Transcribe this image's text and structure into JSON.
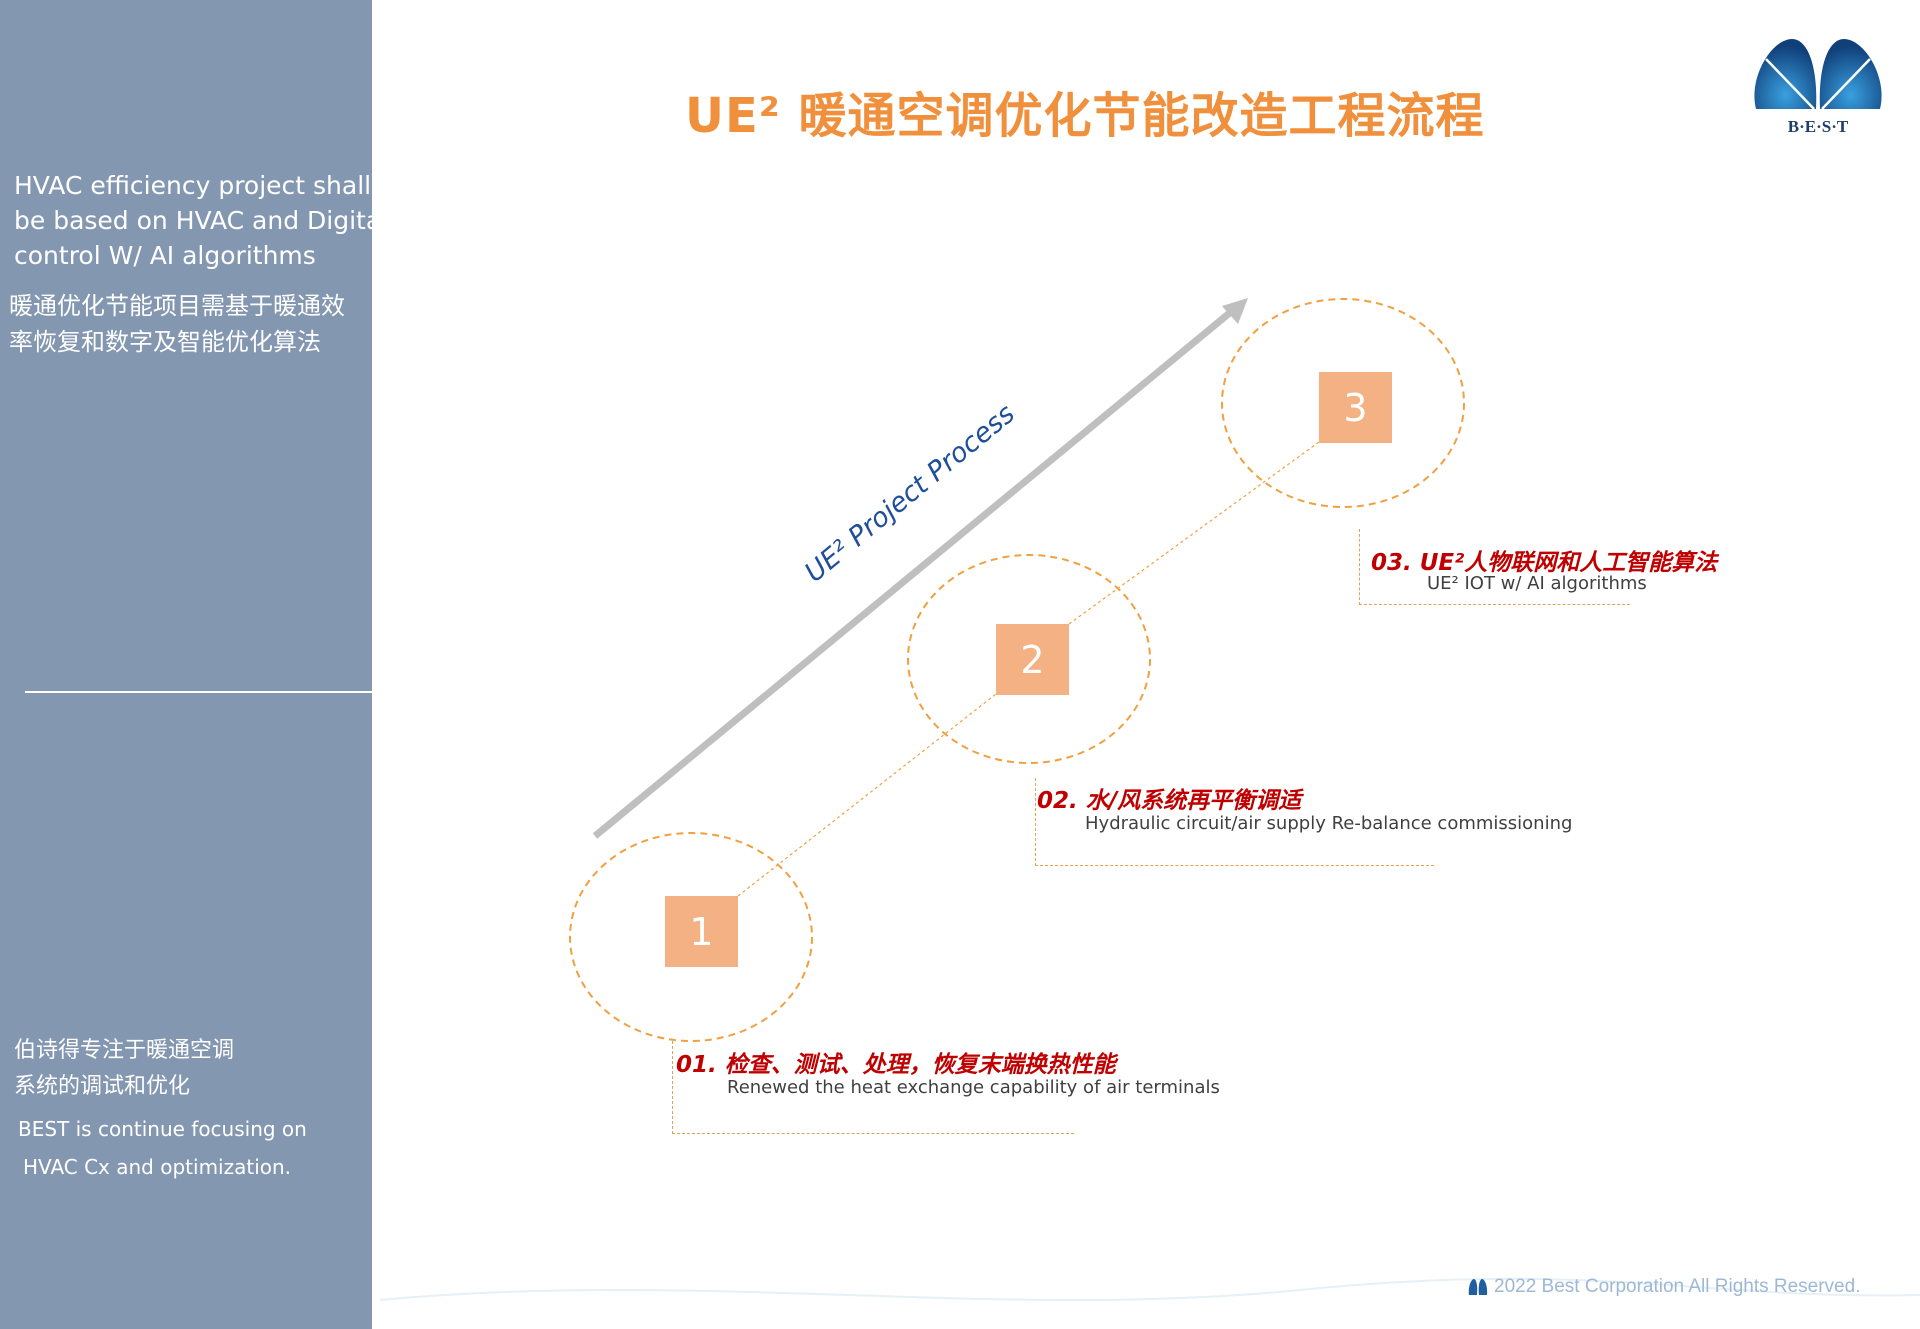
{
  "title": "UE² 暖通空调优化节能改造工程流程",
  "logo": {
    "text": "B·E·S·T",
    "color": "#1f5fa0"
  },
  "sidebar": {
    "intro_en": [
      "HVAC efficiency project shall",
      "be based on HVAC and Digital",
      "control W/  AI algorithms"
    ],
    "intro_zh": [
      "暖通优化节能项目需基于暖通效",
      "率恢复和数字及智能优化算法"
    ],
    "focus_zh": [
      "伯诗得专注于暖通空调",
      "系统的调试和优化"
    ],
    "focus_en": [
      "BEST is continue focusing on",
      "HVAC Cx and optimization."
    ]
  },
  "process": {
    "arrow_label": "UE² Project Process",
    "steps": [
      {
        "number": "1",
        "title": "01.  检查、测试、处理，恢复末端换热性能",
        "subtitle": "Renewed the heat exchange capability of air terminals"
      },
      {
        "number": "2",
        "title": "02.  水/风系统再平衡调适",
        "subtitle": "Hydraulic circuit/air supply  Re-balance commissioning"
      },
      {
        "number": "3",
        "title": "03.  UE²人物联网和人工智能算法",
        "subtitle": "UE²  IOT w/ AI algorithms"
      }
    ]
  },
  "footer": {
    "copyright": "2022 Best Corporation All Rights Reserved."
  },
  "colors": {
    "sidebar": "#8497b0",
    "accent": "#f0903c",
    "step_box": "#f4b183",
    "step_title": "#c00000"
  }
}
